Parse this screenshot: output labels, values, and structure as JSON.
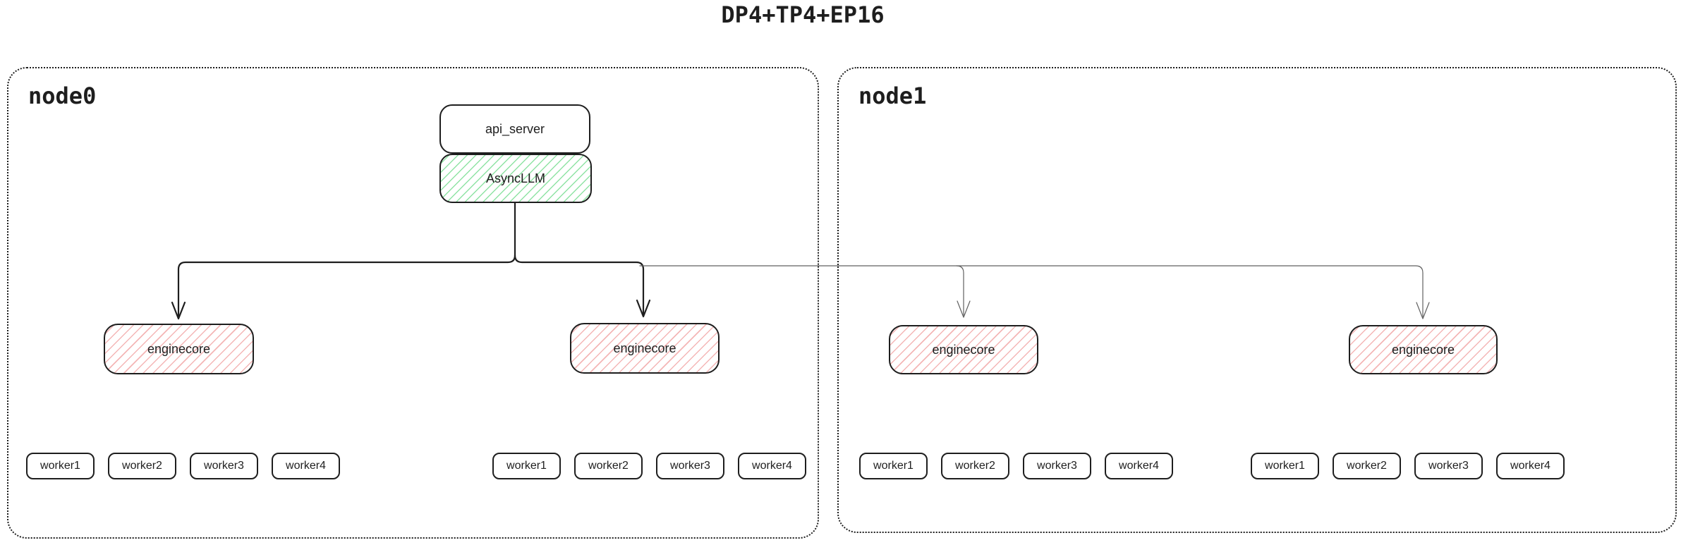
{
  "title": "DP4+TP4+EP16",
  "colors": {
    "stroke": "#1e1e1e",
    "green_hatch": "#8fe3a4",
    "red_hatch": "#f4b6b6",
    "thin_line": "#606060"
  },
  "api_server": {
    "label": "api_server"
  },
  "async_llm": {
    "label": "AsyncLLM"
  },
  "nodes": [
    {
      "label": "node0",
      "enginecores": [
        {
          "label": "enginecore",
          "workers": [
            "worker1",
            "worker2",
            "worker3",
            "worker4"
          ]
        },
        {
          "label": "enginecore",
          "workers": [
            "worker1",
            "worker2",
            "worker3",
            "worker4"
          ]
        }
      ]
    },
    {
      "label": "node1",
      "enginecores": [
        {
          "label": "enginecore",
          "workers": [
            "worker1",
            "worker2",
            "worker3",
            "worker4"
          ]
        },
        {
          "label": "enginecore",
          "workers": [
            "worker1",
            "worker2",
            "worker3",
            "worker4"
          ]
        }
      ]
    }
  ]
}
